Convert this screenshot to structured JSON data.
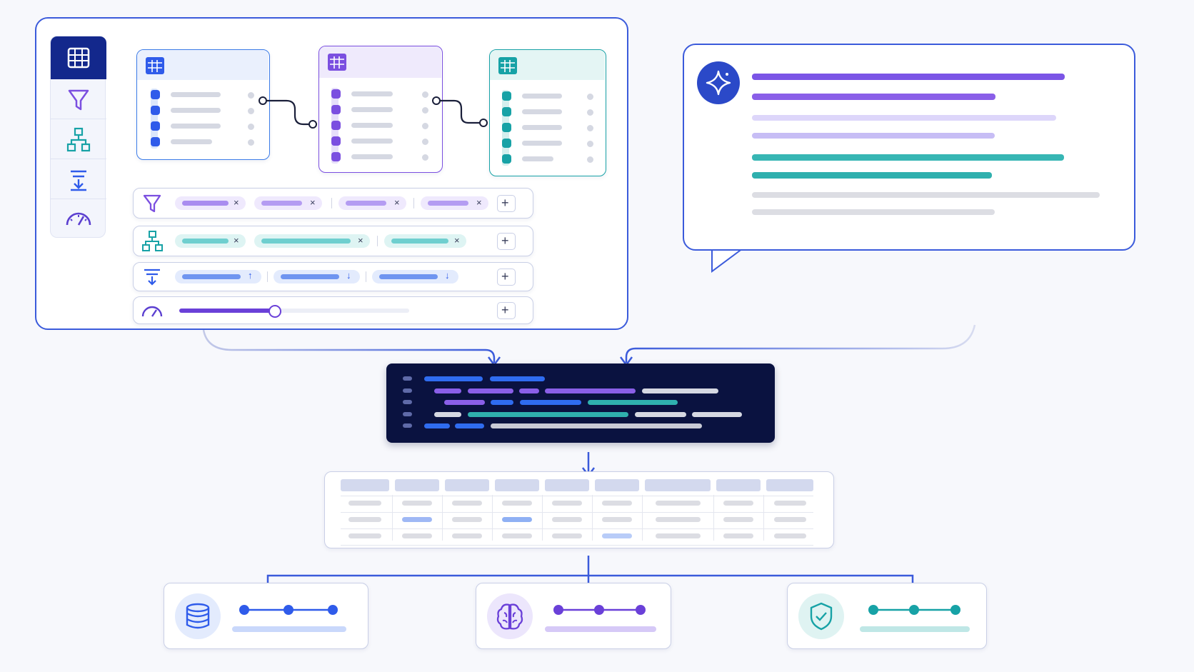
{
  "icons": {
    "builder_rail": [
      "table-grid-icon",
      "filter-icon",
      "hierarchy-icon",
      "sort-icon",
      "gauge-icon"
    ],
    "assistant": "sparkle-icon",
    "outputs": [
      "database-icon",
      "brain-icon",
      "shield-check-icon"
    ]
  },
  "colors": {
    "primary_blue": "#2f5bea",
    "purple": "#7b4fe0",
    "teal": "#17a2a6",
    "navy": "#0a1240",
    "connector": "#3b5bdb"
  },
  "builder": {
    "tables": [
      {
        "accent": "blue",
        "rows": 4
      },
      {
        "accent": "purple",
        "rows": 5
      },
      {
        "accent": "teal",
        "rows": 5
      }
    ],
    "rows": [
      {
        "icon": "filter-icon",
        "chips": 4,
        "chip_color": "purple",
        "chip_action": "remove"
      },
      {
        "icon": "hierarchy-icon",
        "chips": 3,
        "chip_color": "teal",
        "chip_action": "remove"
      },
      {
        "icon": "sort-icon",
        "chips": 3,
        "chip_color": "blue",
        "chip_actions": [
          "ascending",
          "descending",
          "descending"
        ]
      },
      {
        "icon": "gauge-icon",
        "slider_level": 0.41
      }
    ]
  },
  "results_table": {
    "columns": 9,
    "rows": 3
  },
  "outputs": [
    {
      "icon": "database-icon",
      "accent": "blue"
    },
    {
      "icon": "brain-icon",
      "accent": "purple"
    },
    {
      "icon": "shield-check-icon",
      "accent": "teal"
    }
  ]
}
